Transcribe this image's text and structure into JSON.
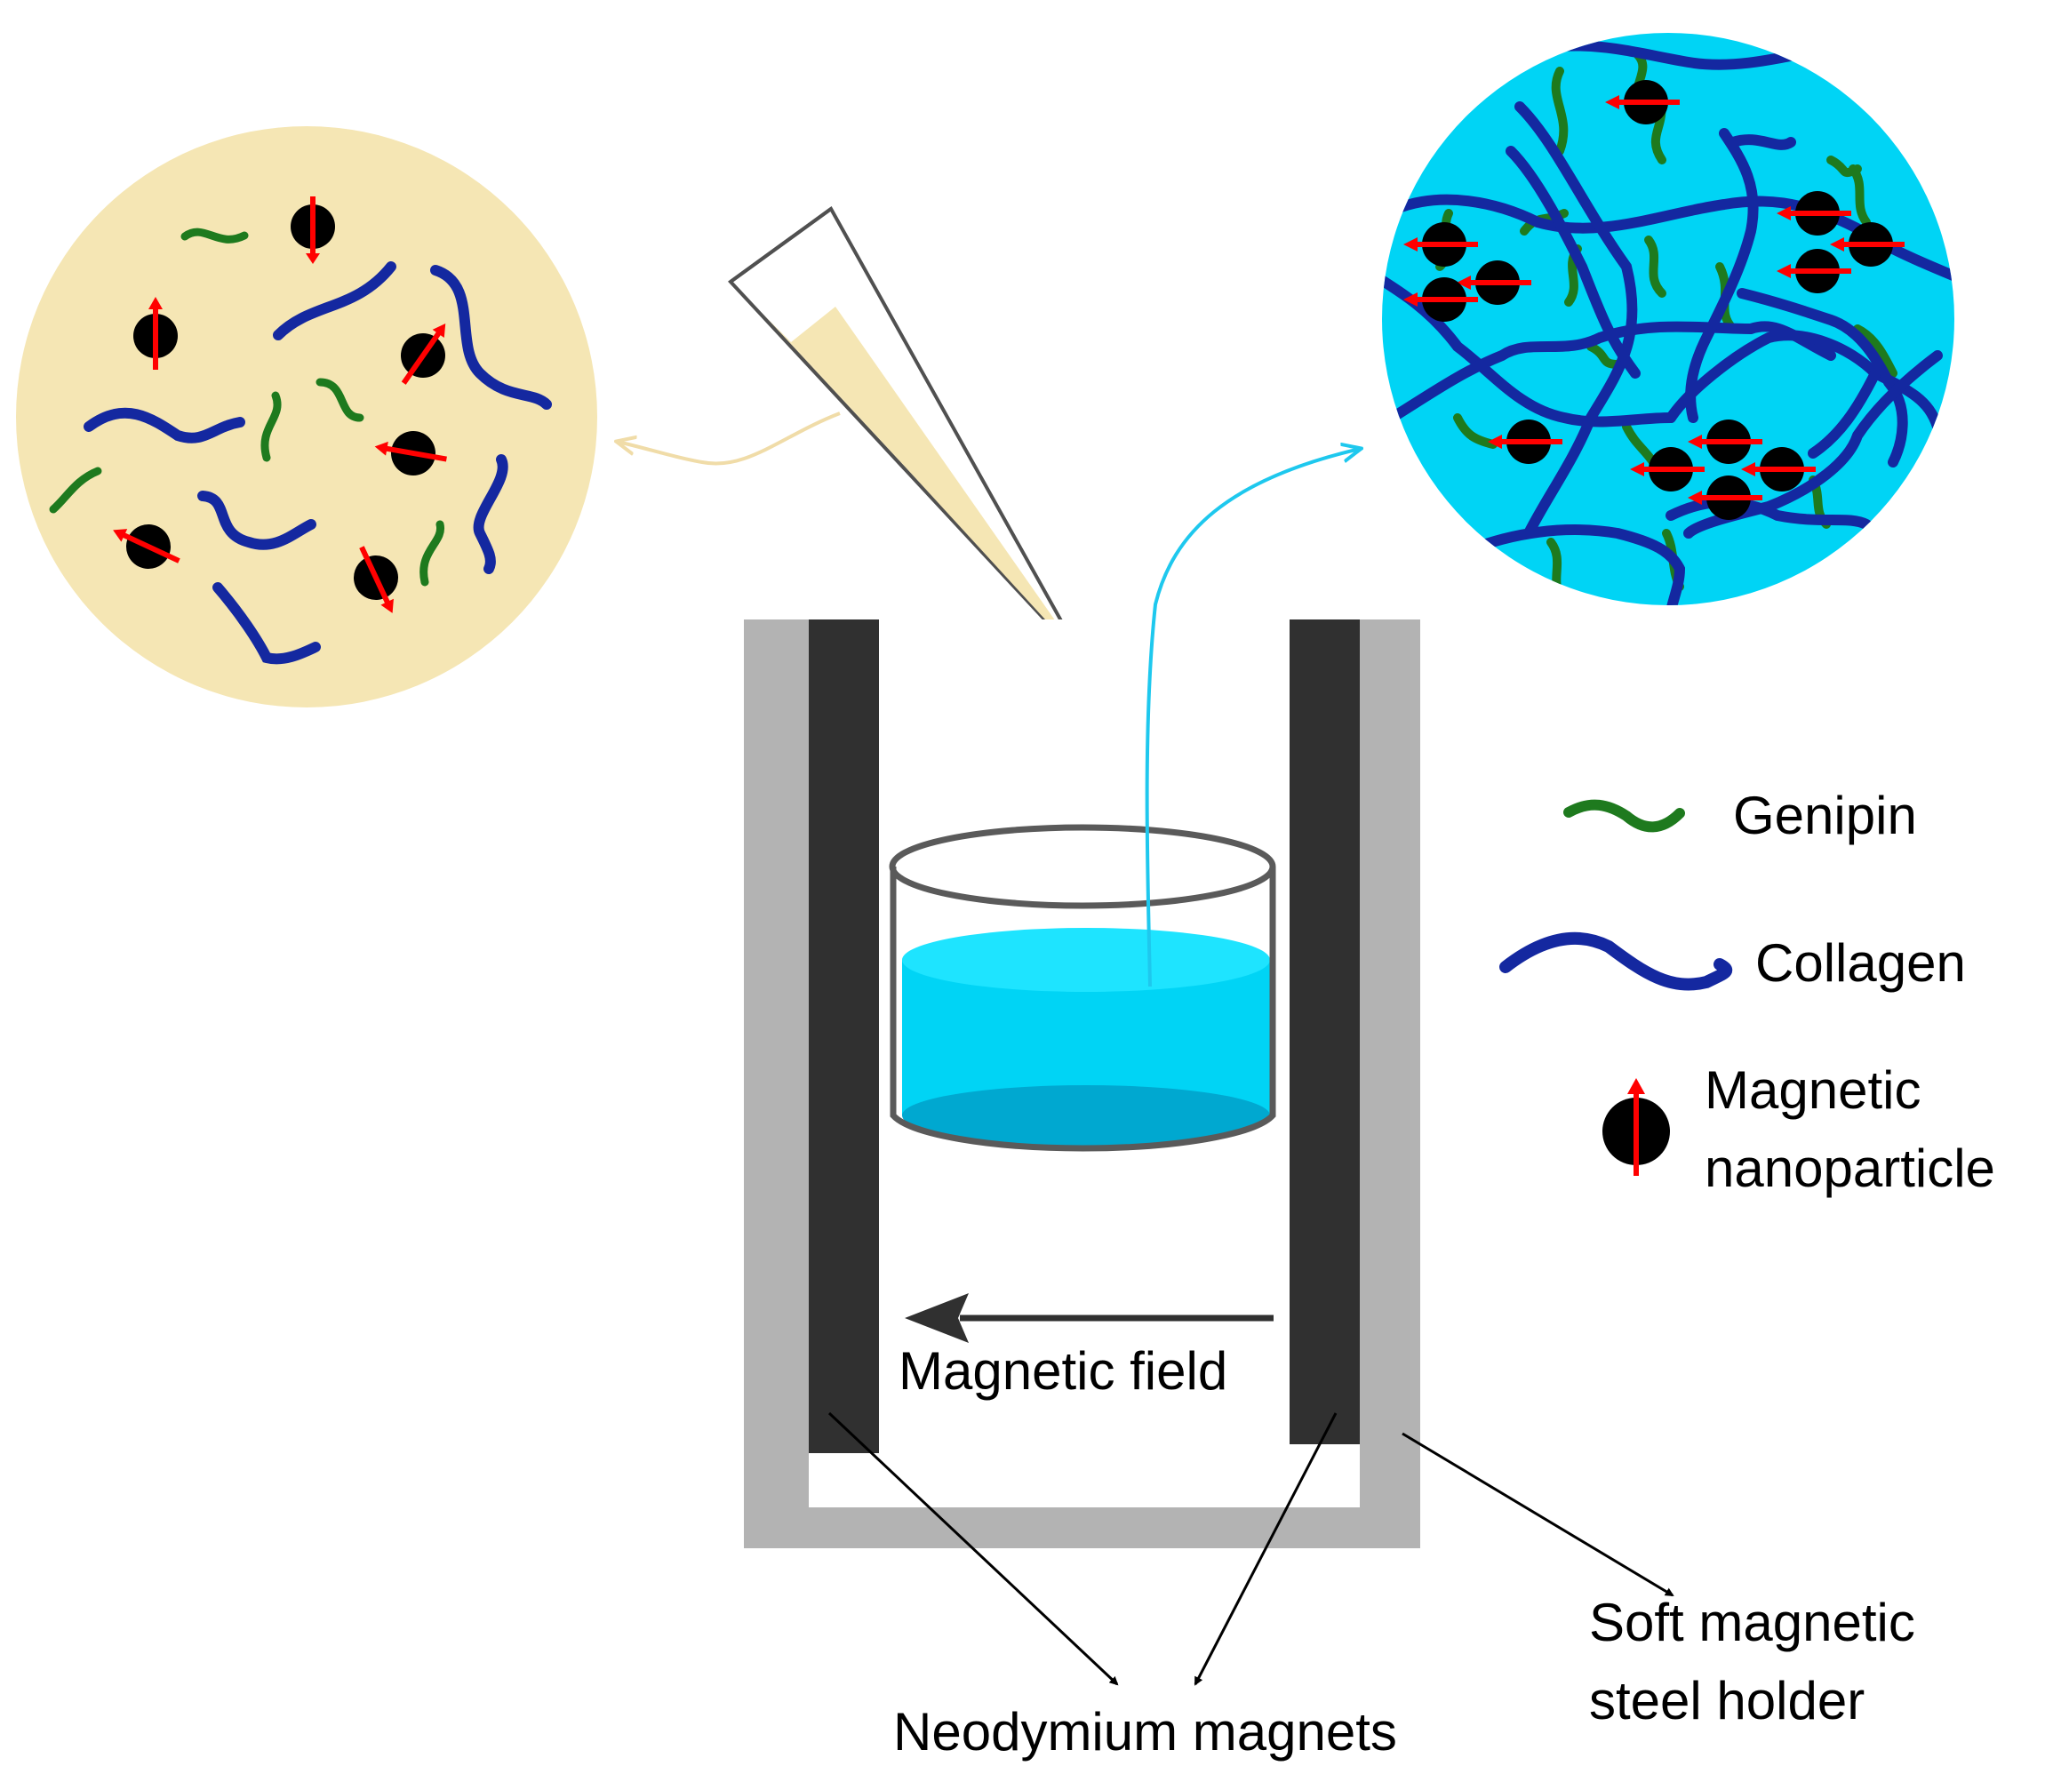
{
  "legend": {
    "genipin": "Genipin",
    "collagen": "Collagen",
    "nanoparticle_line1": "Magnetic",
    "nanoparticle_line2": "nanoparticle"
  },
  "labels": {
    "magnetic_field": "Magnetic field",
    "neodymium_magnets": "Neodymium magnets",
    "holder_line1": "Soft magnetic",
    "holder_line2": "steel holder"
  },
  "colors": {
    "genipin": "#1e7a1e",
    "collagen": "#1428a0",
    "nanoparticle": "#000000",
    "dipole_arrow": "#ff0000",
    "pre_mix_fill": "#f5e6b4",
    "gel_fill": "#00d4f5",
    "magnet": "#303030",
    "steel_holder": "#b3b3b3"
  }
}
